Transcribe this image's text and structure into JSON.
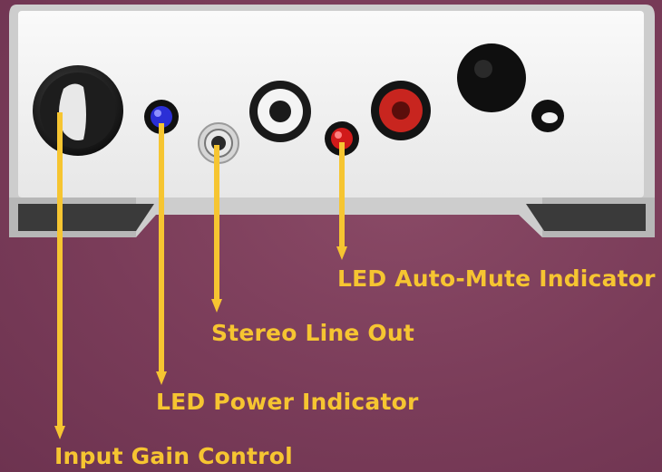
{
  "labels": {
    "led_auto_mute": "LED Auto-Mute Indicator",
    "stereo_line_out": "Stereo Line Out",
    "led_power": "LED Power Indicator",
    "input_gain": "Input Gain Control"
  },
  "colors": {
    "background": "#7a3c59",
    "panel": "#f1f1f1",
    "callout": "#f6c531",
    "power_led": "#2b2fd6",
    "mute_led": "#d11a1a",
    "rca_red": "#c8251f"
  }
}
